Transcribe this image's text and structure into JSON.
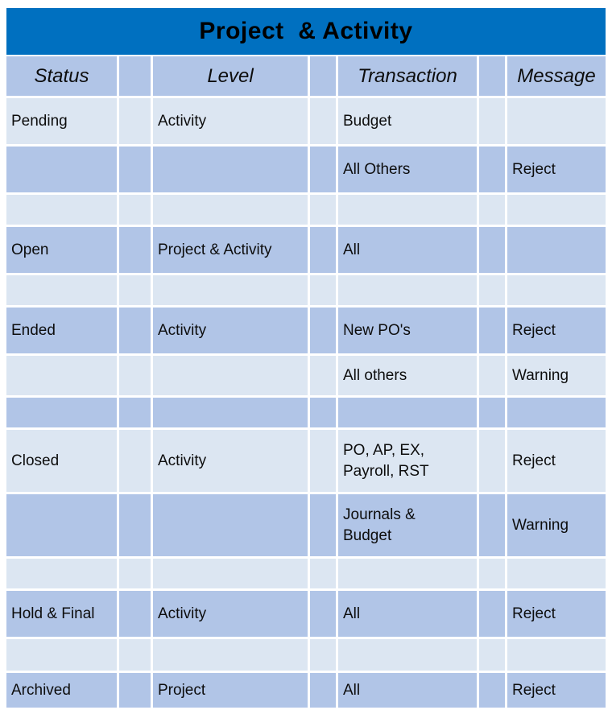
{
  "document": {
    "title": "Project  & Activity",
    "title_bar_color": "#0070C0",
    "row_shade_dark": "#B1C5E7",
    "row_shade_light": "#DCE6F2",
    "grid_line_color": "#FFFFFF"
  },
  "table": {
    "headers": {
      "status": "Status",
      "gap1": "",
      "level": "Level",
      "gap2": "",
      "transaction": "Transaction",
      "gap3": "",
      "message": "Message"
    },
    "rows": [
      {
        "shade": "light",
        "status": "Pending",
        "level": "Activity",
        "transaction": "Budget",
        "message": ""
      },
      {
        "shade": "dark",
        "status": "",
        "level": "",
        "transaction": "All Others",
        "message": "Reject"
      },
      {
        "shade": "light",
        "status": "",
        "level": "",
        "transaction": "",
        "message": ""
      },
      {
        "shade": "dark",
        "status": "Open",
        "level": "Project & Activity",
        "transaction": "All",
        "message": ""
      },
      {
        "shade": "light",
        "status": "",
        "level": "",
        "transaction": "",
        "message": ""
      },
      {
        "shade": "dark",
        "status": "Ended",
        "level": "Activity",
        "transaction": "New PO's",
        "message": "Reject"
      },
      {
        "shade": "light",
        "status": "",
        "level": "",
        "transaction": "All others",
        "message": "Warning"
      },
      {
        "shade": "dark",
        "status": "",
        "level": "",
        "transaction": "",
        "message": ""
      },
      {
        "shade": "light",
        "status": "Closed",
        "level": "Activity",
        "transaction": "PO, AP, EX,\nPayroll, RST",
        "message": "Reject"
      },
      {
        "shade": "dark",
        "status": "",
        "level": "",
        "transaction": "Journals &\nBudget",
        "message": "Warning"
      },
      {
        "shade": "light",
        "status": "",
        "level": "",
        "transaction": "",
        "message": ""
      },
      {
        "shade": "dark",
        "status": "Hold & Final",
        "level": "Activity",
        "transaction": "All",
        "message": "Reject"
      },
      {
        "shade": "light",
        "status": "",
        "level": "",
        "transaction": "",
        "message": ""
      },
      {
        "shade": "dark",
        "status": "Archived",
        "level": "Project",
        "transaction": "All",
        "message": "Reject"
      }
    ]
  }
}
